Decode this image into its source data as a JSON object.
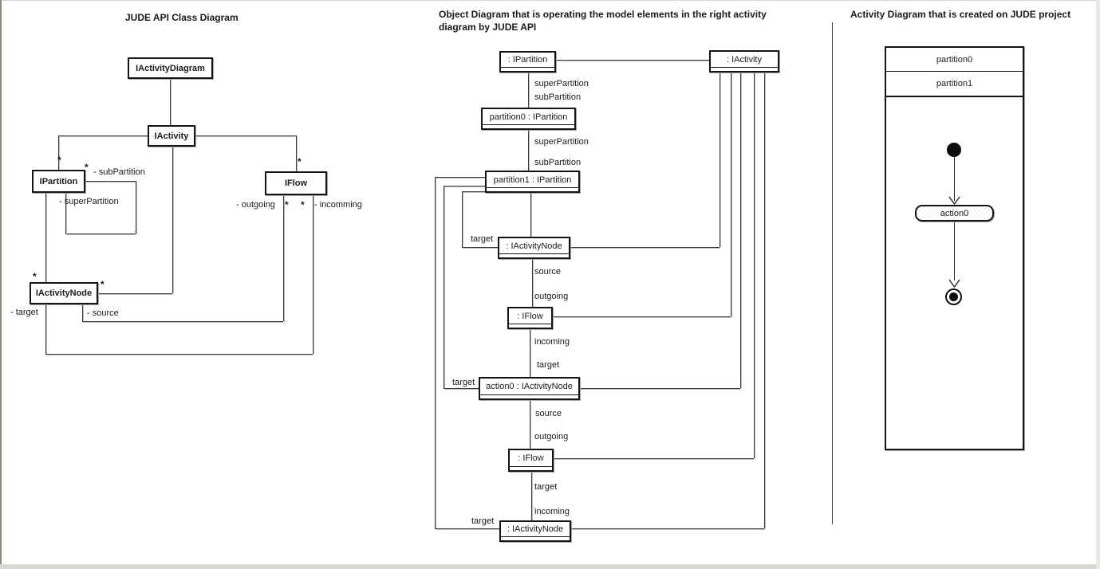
{
  "panels": {
    "class_diagram": {
      "title": "JUDE API Class Diagram",
      "classes": {
        "activity_diagram": "IActivityDiagram",
        "activity": "IActivity",
        "partition": "IPartition",
        "flow": "IFlow",
        "activity_node": "IActivityNode"
      },
      "labels": {
        "star": "*",
        "subPartition": "- subPartition",
        "superPartition": "- superPartition",
        "outgoing": "- outgoing",
        "incomming": "- incomming",
        "target": "- target",
        "source": "- source"
      }
    },
    "object_diagram": {
      "title_line1": "Object Diagram that is operating the model elements in the right activity",
      "title_line2": "diagram by JUDE API",
      "objects": [
        {
          "name": ": IPartition"
        },
        {
          "name": ": IActivity"
        },
        {
          "name": "partition0 : IPartition"
        },
        {
          "name": "partition1 : IPartition"
        },
        {
          "name": ": IActivityNode"
        },
        {
          "name": ": IFlow"
        },
        {
          "name": "action0 : IActivityNode"
        },
        {
          "name": ": IFlow"
        },
        {
          "name": ": IActivityNode"
        }
      ],
      "edge_labels": {
        "superPartition": "superPartition",
        "subPartition": "subPartition",
        "source": "source",
        "outgoing": "outgoing",
        "incoming": "incoming",
        "target": "target"
      }
    },
    "activity_diagram": {
      "title": "Activity Diagram that is created on JUDE project",
      "partitions": [
        "partition0",
        "partition1"
      ],
      "action": "action0"
    }
  }
}
